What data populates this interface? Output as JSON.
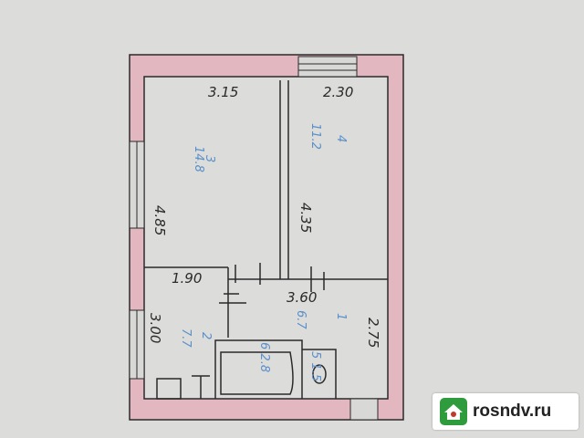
{
  "plan": {
    "rooms": [
      {
        "number": "3",
        "area": "14.8",
        "width": "3.15",
        "length": "4.85"
      },
      {
        "number": "4",
        "area": "11.2",
        "width": "2.30",
        "length": "4.35"
      },
      {
        "number": "2",
        "area": "7.7",
        "width": "1.90",
        "length": "3.00"
      },
      {
        "number": "1",
        "area": "6.7",
        "width": "3.60",
        "length": "2.75"
      },
      {
        "number": "6",
        "area": "2.8"
      },
      {
        "number": "5",
        "area": "1.5"
      }
    ],
    "colors": {
      "wall": "#e3b7c0",
      "line": "#2a2a2a",
      "paper": "#dcdcda",
      "annotation": "#5a8fc8"
    }
  },
  "logo": {
    "text": "rosndv.ru",
    "accent": "#2e9c3c"
  }
}
